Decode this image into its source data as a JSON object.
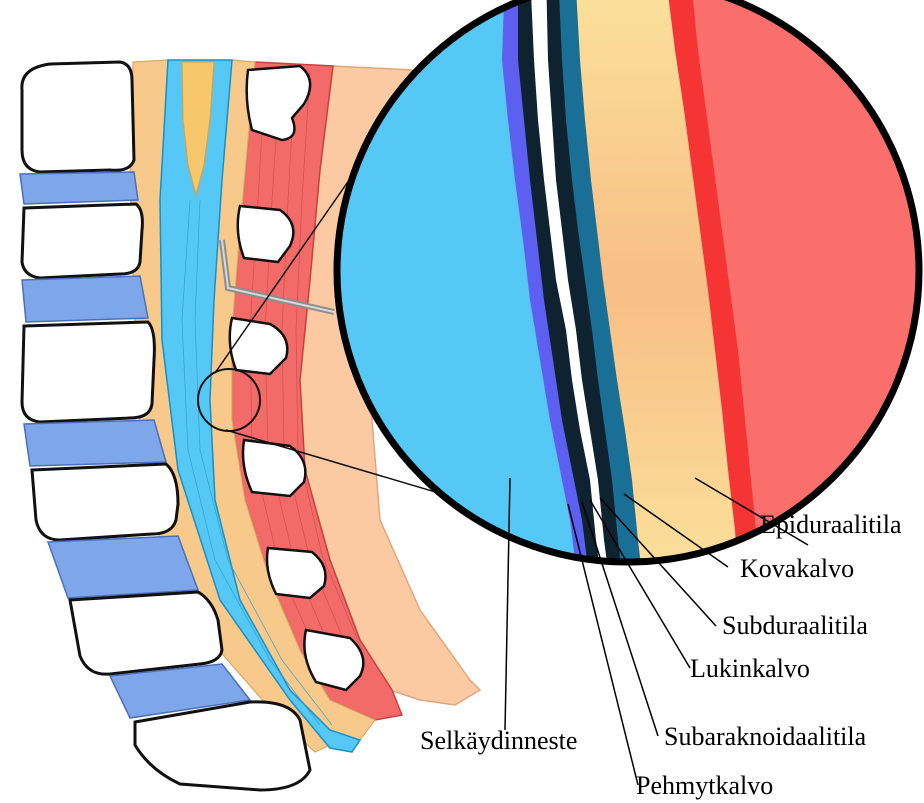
{
  "labels": {
    "epiduraalitila": "Epiduraalitila",
    "kovakalvo": "Kovakalvo",
    "subduraalitila": "Subduraalitila",
    "lukinkalvo": "Lukinkalvo",
    "subaraknoidaalitila": "Subaraknoidaalitila",
    "pehmytkalvo": "Pehmytkalvo",
    "selkaydinneste": "Selkäydinneste"
  },
  "colors": {
    "csf": "#55c8f5",
    "pia": "#5d5ff0",
    "arachnoid": "#0f2230",
    "subdural": "#ffffff",
    "dura": "#1a6f96",
    "epidural_fat": "#f8c98e",
    "ligament": "#fa6f6b",
    "ligament_edge": "#f53434",
    "vertebra": "#ffffff",
    "disc": "#7ea6ea",
    "outline": "#111111"
  }
}
